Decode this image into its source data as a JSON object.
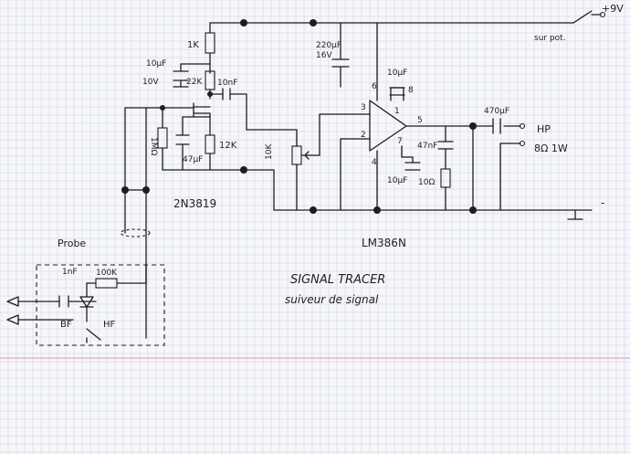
{
  "supply": {
    "voltage": "+9V",
    "switch_label": "sur pot."
  },
  "ground_label": "-",
  "output": {
    "hp": "HP",
    "impedance": "8Ω 1W"
  },
  "components": {
    "r_1k": "1K",
    "r_22k": "22K",
    "c_10uf_a": "10µF",
    "c_10uf_a_voltage": "10V",
    "c_10nf": "10nF",
    "r_1m": "1MΩ",
    "c_47uf": "47µF",
    "r_12k": "12K",
    "pot_10k": "10K",
    "c_220uf": "220µF",
    "c_220uf_voltage": "16V",
    "c_10uf_b": "10µF",
    "c_47nf": "47nF",
    "r_10ohm": "10Ω",
    "c_10uf_c": "10µF",
    "c_470uf": "470µF",
    "fet": "2N3819",
    "ic": "LM386N",
    "probe_cap": "1nF",
    "probe_res": "100K"
  },
  "pins": {
    "p3": "3",
    "p2": "2",
    "p6": "6",
    "p4": "4",
    "p8": "8",
    "p1": "1",
    "p7": "7",
    "p5": "5"
  },
  "probe": {
    "label": "Probe",
    "bf": "BF",
    "hf": "HF"
  },
  "title": {
    "main": "SIGNAL TRACER",
    "sub": "suiveur de signal"
  },
  "colors": {
    "grid": "#c5cfe6",
    "margin_line": "#e2a4c0",
    "ink": "#1d1d1d"
  }
}
